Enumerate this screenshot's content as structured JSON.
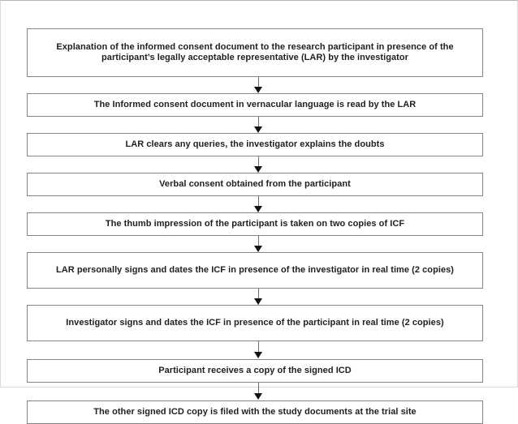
{
  "diagram": {
    "title": "Informed consent process flowchart (LAR / thumb impression pathway)",
    "orientation": "vertical-top-down",
    "border_color": "#848484",
    "text_color": "#1f1f1f",
    "background_color": "#ffffff",
    "arrow_color": "#111111",
    "nodes": [
      {
        "id": "node-1",
        "name": "explanation-of-icd",
        "lines": 3,
        "text": "Explanation of the informed consent document to the research participant in presence of the participant’s legally acceptable representative (LAR) by the investigator"
      },
      {
        "id": "node-2",
        "name": "icd-read-by-lar",
        "lines": 1,
        "text": "The Informed consent document in vernacular language is read by the LAR"
      },
      {
        "id": "node-3",
        "name": "lar-clears-queries",
        "lines": 1,
        "text": "LAR clears any queries, the investigator explains the doubts"
      },
      {
        "id": "node-4",
        "name": "verbal-consent-obtained",
        "lines": 1,
        "text": "Verbal consent obtained from the participant"
      },
      {
        "id": "node-5",
        "name": "thumb-impression-taken",
        "lines": 1,
        "text": "The thumb impression of the participant is taken on two copies of ICF"
      },
      {
        "id": "node-6",
        "name": "lar-signs-and-dates-icf",
        "lines": 2,
        "text": "LAR personally signs and dates the ICF in presence of the investigator in real time (2 copies)"
      },
      {
        "id": "node-7",
        "name": "investigator-signs-and-dates-icf",
        "lines": 2,
        "text": "Investigator signs and dates the ICF in presence of the participant in real time (2 copies)"
      },
      {
        "id": "node-8",
        "name": "participant-receives-copy",
        "lines": 1,
        "text": "Participant receives a copy of the signed ICD"
      },
      {
        "id": "node-9",
        "name": "other-copy-filed-at-site",
        "lines": 1,
        "text": "The other signed ICD copy is filed with the study documents at the trial site"
      }
    ],
    "connectors": [
      {
        "id": "connector-1",
        "from": "node-1",
        "to": "node-2",
        "icon": "down-arrow-icon"
      },
      {
        "id": "connector-2",
        "from": "node-2",
        "to": "node-3",
        "icon": "down-arrow-icon"
      },
      {
        "id": "connector-3",
        "from": "node-3",
        "to": "node-4",
        "icon": "down-arrow-icon"
      },
      {
        "id": "connector-4",
        "from": "node-4",
        "to": "node-5",
        "icon": "down-arrow-icon"
      },
      {
        "id": "connector-5",
        "from": "node-5",
        "to": "node-6",
        "icon": "down-arrow-icon"
      },
      {
        "id": "connector-6",
        "from": "node-6",
        "to": "node-7",
        "icon": "down-arrow-icon"
      },
      {
        "id": "connector-7",
        "from": "node-7",
        "to": "node-8",
        "icon": "down-arrow-icon"
      },
      {
        "id": "connector-8",
        "from": "node-8",
        "to": "node-9",
        "icon": "down-arrow-icon"
      }
    ]
  }
}
